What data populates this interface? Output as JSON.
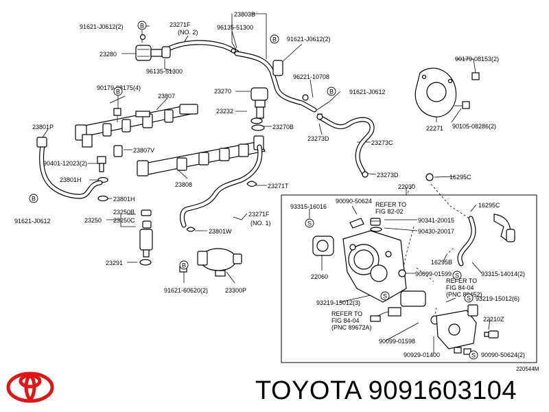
{
  "labels": {
    "l1": "91621-J0612(2)",
    "l2": "23271F",
    "l3": "(NO. 2)",
    "l4": "23803B",
    "l5": "96135-51300",
    "l6": "91621-J0612(2)",
    "l7": "23280",
    "l8": "96135-51300",
    "l9": "96221-10708",
    "l10": "91621-J0612",
    "l11": "90179-08175(4)",
    "l12": "23807",
    "l13": "23270",
    "l14": "23232",
    "l15": "23270B",
    "l16": "23273D",
    "l17": "23273C",
    "l18": "23801P",
    "l19": "23807V",
    "l20": "90401-12023(2)",
    "l21": "23801H",
    "l22": "23808",
    "l23": "23801H",
    "l24": "23273D",
    "l25": "23271T",
    "l26": "91621-J0612",
    "l27": "23250B",
    "l28": "23250",
    "l29": "23250C",
    "l30": "23271F",
    "l31": "(NO. 1)",
    "l32": "23801W",
    "l33": "23291",
    "l34": "91621-60620(2)",
    "l35": "23300P",
    "l36": "90179-08153(2)",
    "l37": "22271",
    "l38": "90105-08286(2)",
    "l39": "16295C",
    "l40": "22030",
    "l41": "16295C",
    "l42": "93315-16016",
    "l43": "90090-50624",
    "l44": "REFER TO",
    "l45": "FIG 82-02",
    "l46": "90341-20015",
    "l47": "90430-20017",
    "l48": "16295B",
    "l49": "93315-14014(2)",
    "l50": "22060",
    "l51": "90099-01599",
    "l52": "REFER TO",
    "l53": "FIG 84-04",
    "l54": "(PNC 89452)",
    "l55": "93219-15012(3)",
    "l56": "93219-15012(6)",
    "l57": "REFER TO",
    "l58": "FIG 84-04",
    "l59": "(PNC 89672A)",
    "l60": "22210Z",
    "l61": "90099-01598",
    "l62": "90929-01400",
    "l63": "90090-50624(2)",
    "l64": "220544M"
  },
  "badges": {
    "b": "B",
    "s": "S"
  },
  "brand": {
    "name": "TOYOTA 9091603104",
    "logo": "toyota-logo",
    "color": "#e01616"
  }
}
